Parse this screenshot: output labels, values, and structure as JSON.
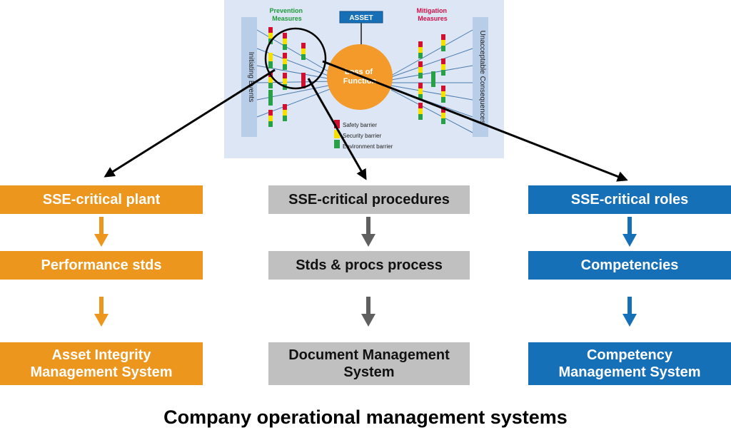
{
  "bowtie": {
    "asset_label": "ASSET",
    "prevention_title": "Prevention\nMeasures",
    "mitigation_title": "Mitigation\nMeasures",
    "initiating_label": "Initiating Events",
    "consequences_label": "Unacceptable Consequences",
    "center_label": "Loss of\nFunction",
    "legend": [
      {
        "label": "Safety barrier",
        "color": "#d0102e"
      },
      {
        "label": "Security barrier",
        "color": "#f5e000"
      },
      {
        "label": "Environment barrier",
        "color": "#27a047"
      }
    ]
  },
  "columns": [
    {
      "key": "plant",
      "color": "#ec961e",
      "items": [
        "SSE-critical plant",
        "Performance stds",
        "Asset Integrity\nManagement System"
      ]
    },
    {
      "key": "procedures",
      "color": "#c0c0c0",
      "items": [
        "SSE-critical procedures",
        "Stds & procs process",
        "Document Management\nSystem"
      ]
    },
    {
      "key": "roles",
      "color": "#1670b8",
      "items": [
        "SSE-critical roles",
        "Competencies",
        "Competency\nManagement System"
      ]
    }
  ],
  "footer": {
    "title": "Company operational management systems"
  },
  "colors": {
    "bowtie_background": "#dde6f4",
    "side_bar": "#b8cde8",
    "center_circle": "#f39a2b",
    "asset_box": "#1670b8",
    "prevention_text": "#1e9a3c",
    "mitigation_text": "#d0104a",
    "proc_arrow": "#606060"
  }
}
